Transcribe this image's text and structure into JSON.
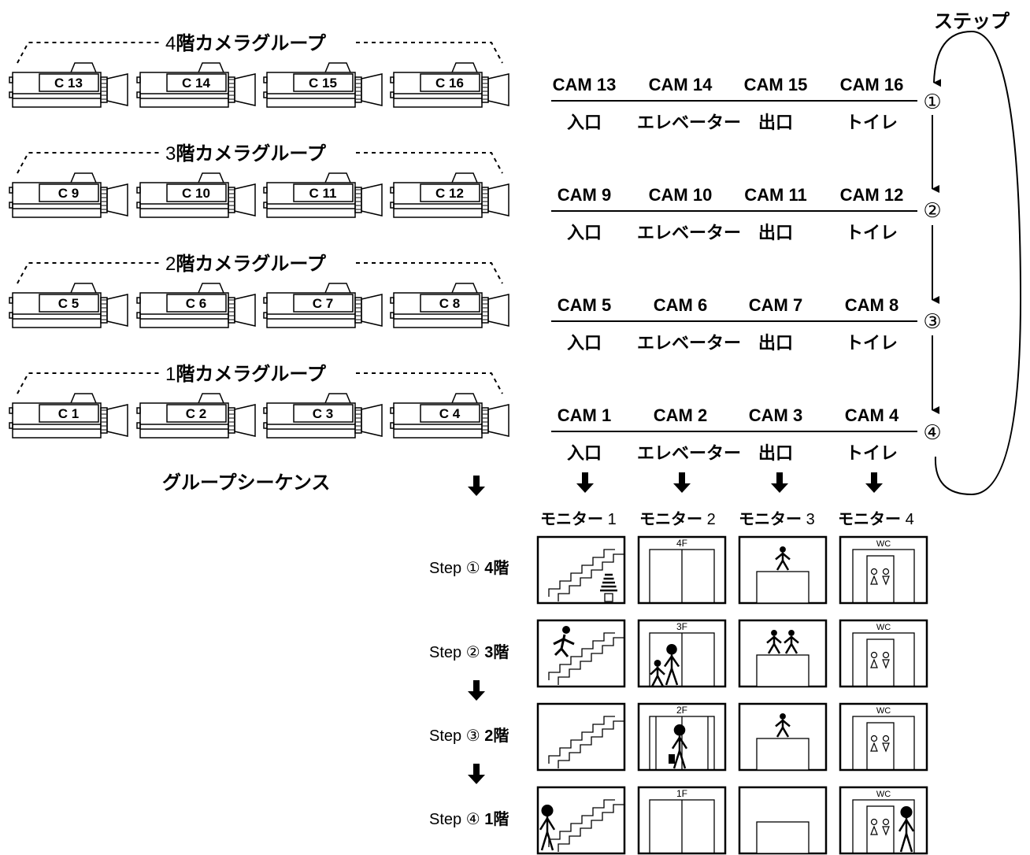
{
  "step_title": "ステップ",
  "sequence_title": "グループシーケンス",
  "groups": [
    {
      "floor": "4",
      "label_suffix": "階カメラグループ",
      "cams": [
        "C 13",
        "C 14",
        "C 15",
        "C 16"
      ]
    },
    {
      "floor": "3",
      "label_suffix": "階カメラグループ",
      "cams": [
        "C 9",
        "C 10",
        "C 11",
        "C 12"
      ]
    },
    {
      "floor": "2",
      "label_suffix": "階カメラグループ",
      "cams": [
        "C 5",
        "C 6",
        "C 7",
        "C 8"
      ]
    },
    {
      "floor": "1",
      "label_suffix": "階カメラグループ",
      "cams": [
        "C 1",
        "C 2",
        "C 3",
        "C 4"
      ]
    }
  ],
  "steps_table": [
    {
      "marker": "①",
      "cams": [
        "CAM 13",
        "CAM 14",
        "CAM 15",
        "CAM 16"
      ],
      "locations": [
        "入口",
        "エレベーター",
        "出口",
        "トイレ"
      ]
    },
    {
      "marker": "②",
      "cams": [
        "CAM 9",
        "CAM 10",
        "CAM 11",
        "CAM 12"
      ],
      "locations": [
        "入口",
        "エレベーター",
        "出口",
        "トイレ"
      ]
    },
    {
      "marker": "③",
      "cams": [
        "CAM 5",
        "CAM 6",
        "CAM 7",
        "CAM 8"
      ],
      "locations": [
        "入口",
        "エレベーター",
        "出口",
        "トイレ"
      ]
    },
    {
      "marker": "④",
      "cams": [
        "CAM 1",
        "CAM 2",
        "CAM 3",
        "CAM 4"
      ],
      "locations": [
        "入口",
        "エレベーター",
        "出口",
        "トイレ"
      ]
    }
  ],
  "monitors": [
    {
      "label": "モニター",
      "num": "1"
    },
    {
      "label": "モニター",
      "num": "2"
    },
    {
      "label": "モニター",
      "num": "3"
    },
    {
      "label": "モニター",
      "num": "4"
    }
  ],
  "step_rows": [
    {
      "step": "Step",
      "marker": "①",
      "floor": "4階",
      "elevator_floor": "4F",
      "wc": "WC"
    },
    {
      "step": "Step",
      "marker": "②",
      "floor": "3階",
      "elevator_floor": "3F",
      "wc": "WC"
    },
    {
      "step": "Step",
      "marker": "③",
      "floor": "2階",
      "elevator_floor": "2F",
      "wc": "WC"
    },
    {
      "step": "Step",
      "marker": "④",
      "floor": "1階",
      "elevator_floor": "1F",
      "wc": "WC"
    }
  ]
}
